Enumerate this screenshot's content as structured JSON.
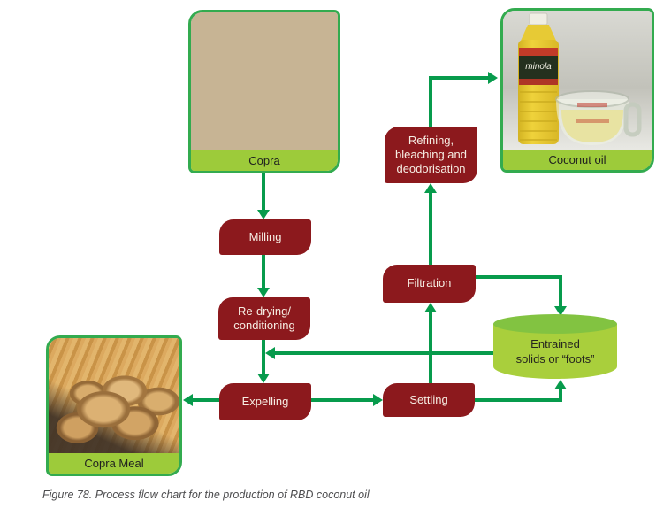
{
  "colors": {
    "arrow": "#079B4C",
    "process_box": "#8C191D",
    "process_text": "#F6EDE3",
    "card_border": "#33AB4F",
    "label_bar": "#9DCB3A",
    "label_text": "#1F1F1F",
    "cylinder_body": "#A9CF3C",
    "cylinder_top": "#82C341",
    "cylinder_text": "#26261F",
    "caption_text": "#4D4D4F"
  },
  "nodes": {
    "copra": {
      "label": "Copra",
      "type": "photo-card"
    },
    "coconut_oil": {
      "label": "Coconut oil",
      "type": "photo-card"
    },
    "copra_meal": {
      "label": "Copra Meal",
      "type": "photo-card"
    },
    "milling": {
      "label": "Milling"
    },
    "redrying": {
      "label": "Re-drying/\nconditioning"
    },
    "expelling": {
      "label": "Expelling"
    },
    "settling": {
      "label": "Settling"
    },
    "filtration": {
      "label": "Filtration"
    },
    "refining": {
      "label": "Refining,\nbleaching and\ndeodorisation"
    },
    "entrained": {
      "label": "Entrained\nsolids or “foots”"
    }
  },
  "photo": {
    "bottle_brand": "minola"
  },
  "edges": [
    {
      "from": "copra",
      "to": "milling"
    },
    {
      "from": "milling",
      "to": "redrying"
    },
    {
      "from": "redrying",
      "to": "expelling"
    },
    {
      "from": "expelling",
      "to": "copra_meal"
    },
    {
      "from": "expelling",
      "to": "settling"
    },
    {
      "from": "settling",
      "to": "filtration"
    },
    {
      "from": "settling",
      "to": "entrained"
    },
    {
      "from": "filtration",
      "to": "entrained"
    },
    {
      "from": "entrained",
      "to": "expelling"
    },
    {
      "from": "filtration",
      "to": "refining"
    },
    {
      "from": "refining",
      "to": "coconut_oil"
    }
  ],
  "caption": "Figure 78. Process flow chart for the production of RBD coconut oil"
}
